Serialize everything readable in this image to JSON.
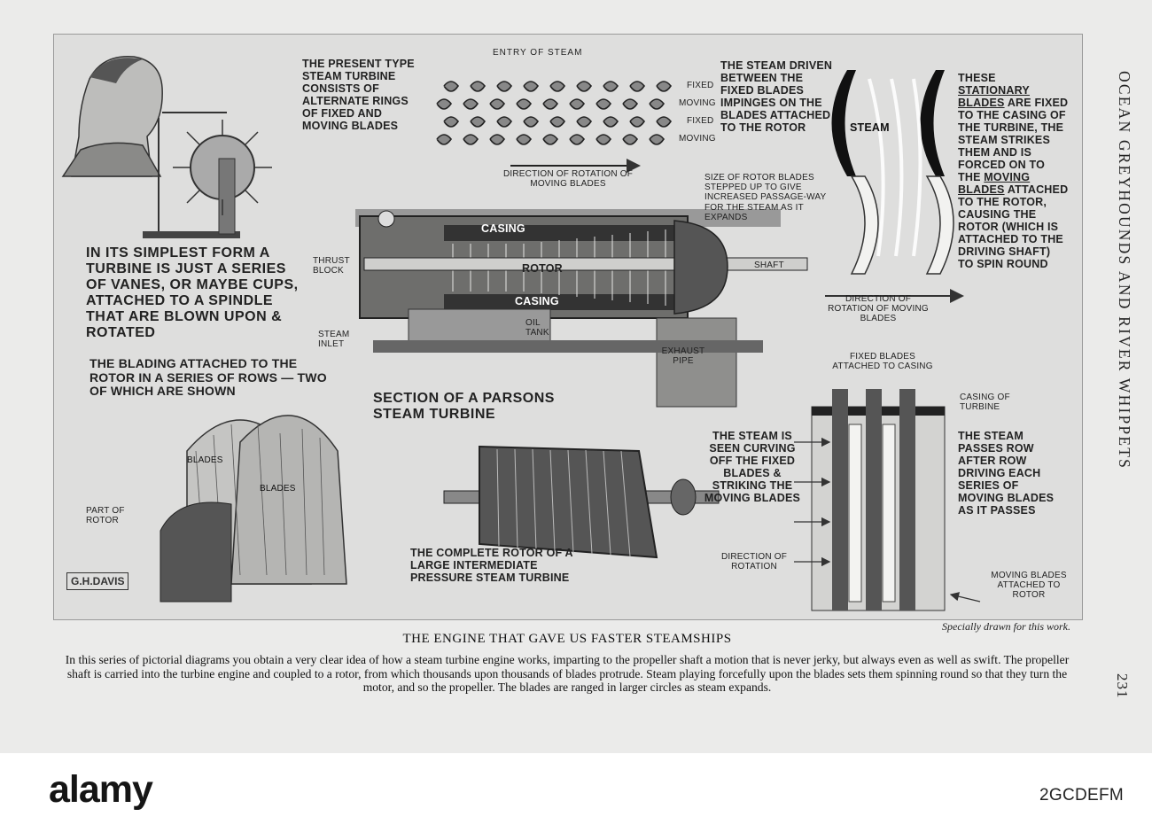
{
  "running_head": "OCEAN GREYHOUNDS AND RIVER WHIPPETS",
  "page_number": "231",
  "labels": {
    "simplest": "IN ITS SIMPLEST FORM A TURBINE IS JUST A SERIES OF VANES, OR MAYBE CUPS, ATTACHED TO A SPINDLE THAT ARE BLOWN UPON & ROTATED",
    "present_type": "THE PRESENT TYPE STEAM TURBINE CONSISTS OF ALTERNATE RINGS OF FIXED AND MOVING BLADES",
    "entry_of_steam": "ENTRY OF STEAM",
    "row_fixed_1": "FIXED",
    "row_moving_1": "MOVING",
    "row_fixed_2": "FIXED",
    "row_moving_2": "MOVING",
    "direction_moving_blades": "DIRECTION OF ROTATION OF MOVING BLADES",
    "steam_driven": "THE STEAM DRIVEN BETWEEN THE FIXED BLADES IMPINGES ON THE BLADES ATTACHED TO THE ROTOR",
    "steam_word": "STEAM",
    "stationary_pre": "THESE",
    "stationary_u": "STATIONARY BLADES",
    "stationary_mid": "ARE FIXED TO THE CASING OF THE TURBINE, THE STEAM STRIKES THEM AND IS FORCED ON TO THE",
    "moving_u": "MOVING BLADES",
    "stationary_post": "ATTACHED TO THE ROTOR, CAUSING THE ROTOR (WHICH IS ATTACHED TO THE DRIVING SHAFT) TO SPIN ROUND",
    "size_rotor": "SIZE OF ROTOR BLADES STEPPED UP TO GIVE INCREASED PASSAGE-WAY FOR THE STEAM AS IT EXPANDS",
    "casing_top": "CASING",
    "rotor": "ROTOR",
    "casing_bottom": "CASING",
    "thrust_block": "THRUST BLOCK",
    "shaft": "SHAFT",
    "oil_tank": "OIL TANK",
    "steam_inlet": "STEAM INLET",
    "exhaust_pipe": "EXHAUST PIPE",
    "direction_right": "DIRECTION OF ROTATION OF MOVING BLADES",
    "section_title": "SECTION OF A PARSONS STEAM TURBINE",
    "blading": "THE BLADING ATTACHED TO THE ROTOR IN A SERIES OF ROWS — TWO OF WHICH ARE SHOWN",
    "blades_1": "BLADES",
    "blades_2": "BLADES",
    "part_of_rotor": "PART OF ROTOR",
    "complete_rotor": "THE COMPLETE ROTOR OF A LARGE INTERMEDIATE PRESSURE STEAM TURBINE",
    "fixed_blades_casing": "FIXED BLADES ATTACHED TO CASING",
    "casing_of_turbine": "CASING OF TURBINE",
    "steam_curving": "THE STEAM IS SEEN CURVING OFF THE FIXED BLADES & STRIKING THE MOVING BLADES",
    "steam_passes": "THE STEAM PASSES ROW AFTER ROW DRIVING EACH SERIES OF MOVING BLADES AS IT PASSES",
    "direction_of_rotation": "DIRECTION OF ROTATION",
    "moving_blades_rotor": "MOVING BLADES ATTACHED TO ROTOR"
  },
  "signature": "G.H.DAVIS",
  "credit": "Specially drawn for this work.",
  "caption": {
    "title": "THE ENGINE THAT GAVE US FASTER STEAMSHIPS",
    "body": "In this series of pictorial diagrams you obtain a very clear idea of how a steam turbine engine works, imparting to the propeller shaft a motion that is never jerky, but always even as well as swift. The propeller shaft is carried into the turbine engine and coupled to a rotor, from which thousands upon thousands of blades protrude. Steam playing forcefully upon the blades sets them spinning round so that they turn the motor, and so the propeller. The blades are ranged in larger circles as steam expands."
  },
  "watermark": {
    "logo": "alamy",
    "image_id": "2GCDEFM"
  }
}
